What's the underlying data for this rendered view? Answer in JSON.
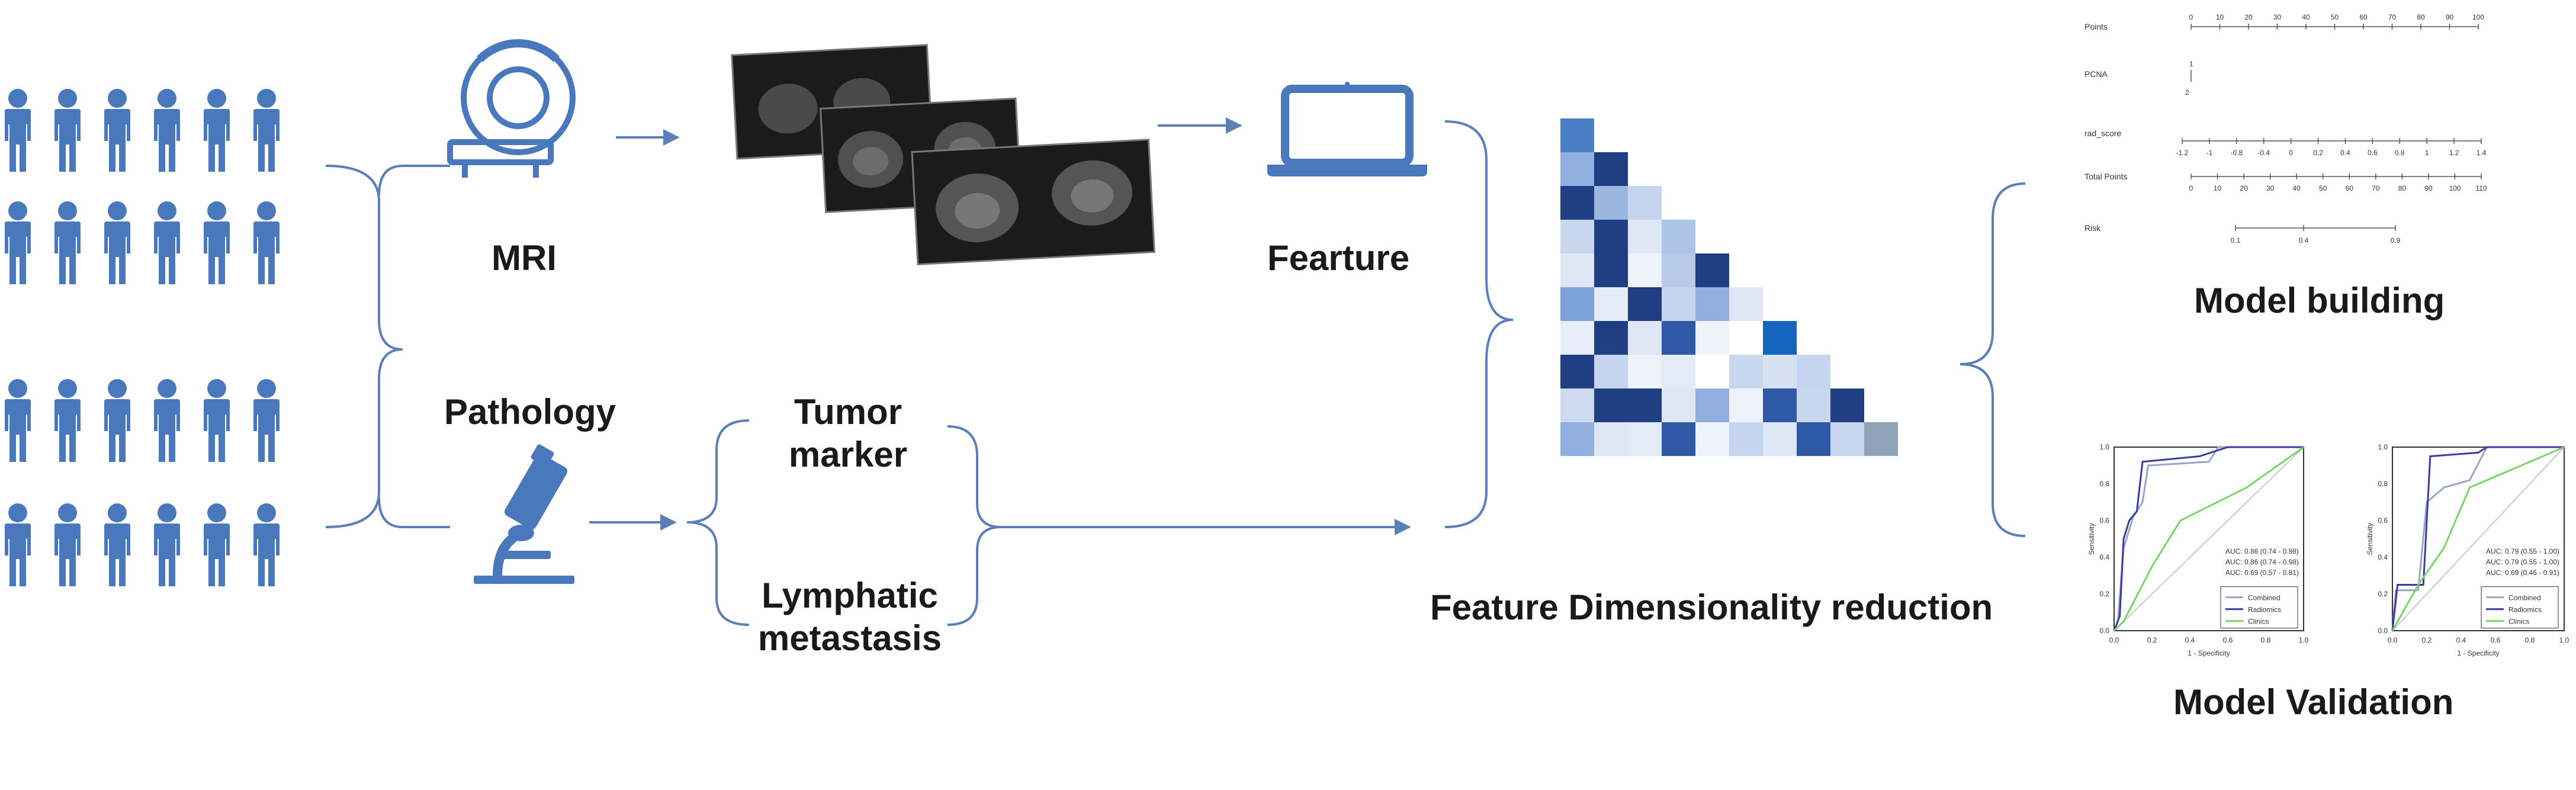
{
  "labels": {
    "mri": "MRI",
    "pathology": "Pathology",
    "tumor_marker": "Tumor\nmarker",
    "lymphatic": "Lymphatic\nmetastasis",
    "feature": "Fearture",
    "reduction": "Feature Dimensionality reduction",
    "model_building": "Model building",
    "model_validation": "Model Validation"
  },
  "nomogram": {
    "rows": [
      "Points",
      "PCNA",
      "rad_score",
      "Total Points",
      "Risk"
    ],
    "points_ticks": [
      "0",
      "10",
      "20",
      "30",
      "40",
      "50",
      "60",
      "70",
      "80",
      "90",
      "100"
    ],
    "pcna_ticks": [
      "1",
      "2"
    ],
    "rad_ticks": [
      "-1.2",
      "-1",
      "-0.8",
      "-0.4",
      "0",
      "0.2",
      "0.4",
      "0.6",
      "0.8",
      "1",
      "1.2",
      "1.4"
    ],
    "total_ticks": [
      "0",
      "10",
      "20",
      "30",
      "40",
      "50",
      "60",
      "70",
      "80",
      "90",
      "100",
      "110"
    ],
    "risk_ticks": [
      "0.1",
      "0.4",
      "0.9"
    ]
  },
  "roc_left": {
    "ylabel": "Sensitivity",
    "xlabel": "1 - Specificity",
    "ticks": [
      "0.0",
      "0.2",
      "0.4",
      "0.6",
      "0.8",
      "1.0"
    ],
    "auc": [
      "AUC: 0.86 (0.74 - 0.98)",
      "AUC: 0.86 (0.74 - 0.98)",
      "AUC: 0.69 (0.57 - 0.81)"
    ],
    "legend": [
      "Combined",
      "Radiomics",
      "Clinics"
    ]
  },
  "roc_right": {
    "ylabel": "Sensitivity",
    "xlabel": "1 - Specificity",
    "ticks": [
      "0.0",
      "0.2",
      "0.4",
      "0.6",
      "0.8",
      "1.0"
    ],
    "auc": [
      "AUC: 0.79 (0.55 - 1.00)",
      "AUC: 0.79 (0.55 - 1.00)",
      "AUC: 0.69 (0.46 - 0.91)"
    ],
    "legend": [
      "Combined",
      "Radiomics",
      "Clinics"
    ]
  },
  "colors": {
    "people": "#4a78bc",
    "icon": "#4a78bc",
    "line": "#5b7fb6",
    "roc_combined": "#9aa4c8",
    "roc_radiomics": "#3b3ba8",
    "roc_clinics": "#7bd36b",
    "auc_red": "#d6404a",
    "auc_blue": "#3b3ba8",
    "auc_green": "#4fc04a"
  },
  "icons": [
    "person-icon",
    "mri-scanner-icon",
    "microscope-icon",
    "laptop-icon"
  ]
}
